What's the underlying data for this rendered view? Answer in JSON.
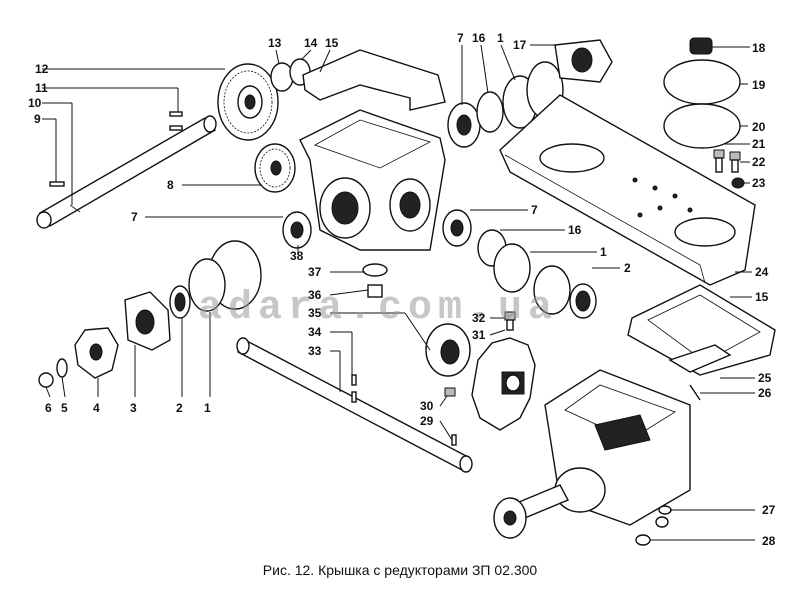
{
  "caption": "Рис. 12. Крышка с редукторами ЗП 02.300",
  "watermark": "adara.com.ua",
  "callouts": [
    "1",
    "2",
    "3",
    "4",
    "5",
    "6",
    "7",
    "8",
    "9",
    "10",
    "11",
    "12",
    "13",
    "14",
    "15",
    "16",
    "17",
    "18",
    "19",
    "20",
    "21",
    "22",
    "23",
    "24",
    "25",
    "26",
    "27",
    "28",
    "29",
    "30",
    "31",
    "32",
    "33",
    "34",
    "35",
    "36",
    "37",
    "38"
  ]
}
